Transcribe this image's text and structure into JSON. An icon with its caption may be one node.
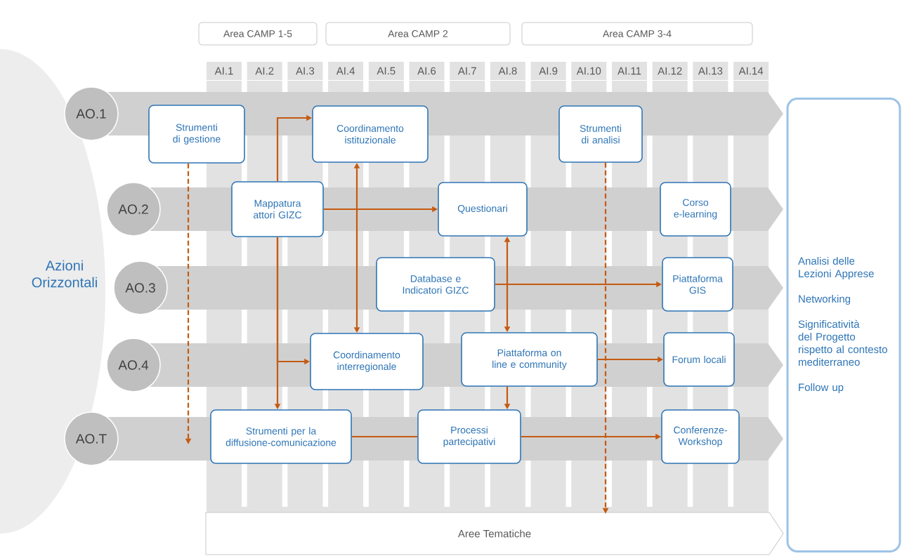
{
  "diagram": {
    "nodes": [
      {
        "text": [
          "Area CAMP 1-5"
        ]
      },
      {
        "text": [
          "Area CAMP 2"
        ]
      },
      {
        "text": [
          "Area CAMP 3-4"
        ]
      },
      {
        "text": [
          "AI.1"
        ]
      },
      {
        "text": [
          "AI.2"
        ]
      },
      {
        "text": [
          "AI.3"
        ]
      },
      {
        "text": [
          "AI.4"
        ]
      },
      {
        "text": [
          "AI.5"
        ]
      },
      {
        "text": [
          "AI.6"
        ]
      },
      {
        "text": [
          "AI.7"
        ]
      },
      {
        "text": [
          "AI.8"
        ]
      },
      {
        "text": [
          "AI.9"
        ]
      },
      {
        "text": [
          "AI.10"
        ]
      },
      {
        "text": [
          "AI.11"
        ]
      },
      {
        "text": [
          "AI.12"
        ]
      },
      {
        "text": [
          "AI.13"
        ]
      },
      {
        "text": [
          "AI.14"
        ]
      },
      {
        "text": [
          "AO.1"
        ]
      },
      {
        "text": [
          "Strumenti di gestione"
        ]
      },
      {
        "text": [
          "Coordinamento istituzionale"
        ]
      },
      {
        "text": [
          "Strumenti di analisi"
        ]
      },
      {
        "text": [
          "AO.2"
        ]
      },
      {
        "text": [
          "Mappatura attori GIZC"
        ]
      },
      {
        "text": [
          "Questionari"
        ]
      },
      {
        "text": [
          "Corso e-learning"
        ]
      },
      {
        "text": [
          "AO.3"
        ]
      },
      {
        "text": [
          "Database e Indicatori GIZC"
        ]
      },
      {
        "text": [
          "Piattaforma GIS"
        ]
      },
      {
        "text": [
          "AO.4"
        ]
      },
      {
        "text": [
          "Coordinamento interregionale"
        ]
      },
      {
        "text": [
          "Piattaforma on line e community"
        ]
      },
      {
        "text": [
          "Forum locali"
        ]
      },
      {
        "text": [
          "AO.T"
        ]
      },
      {
        "text": [
          "Strumenti per la diffusione-comunicazione"
        ]
      },
      {
        "text": [
          "Processi partecipativi"
        ]
      },
      {
        "text": [
          "Conferenze-Workshop"
        ]
      },
      {
        "text": [
          "Analisi delle Lezioni Apprese",
          "Networking",
          "Significatività del Progetto rispetto al contesto mediterraneo",
          "Follow up"
        ]
      },
      {
        "text": [
          "Aree Tematiche"
        ]
      }
    ],
    "edges": [
      {
        "from": 18,
        "to": null,
        "arrow": "to",
        "style": "dashed"
      },
      {
        "from": 20,
        "to": 37,
        "arrow": "to",
        "style": "dashed"
      },
      {
        "from": 22,
        "to": 19,
        "arrow": "to"
      },
      {
        "from": 22,
        "to": 23,
        "arrow": "to"
      },
      {
        "from": 22,
        "to": 29,
        "arrow": "to"
      },
      {
        "from": 22,
        "to": 33,
        "arrow": "to"
      },
      {
        "from": 19,
        "to": 29,
        "arrow": "both"
      },
      {
        "from": 23,
        "to": 30,
        "arrow": "both"
      },
      {
        "from": 26,
        "to": 27,
        "arrow": "to"
      },
      {
        "from": 30,
        "to": 31,
        "arrow": "to"
      },
      {
        "from": 30,
        "to": 34,
        "arrow": "to"
      },
      {
        "from": 33,
        "to": 34,
        "arrow": "none"
      },
      {
        "from": 34,
        "to": 35,
        "arrow": "to"
      }
    ],
    "labels": [
      "Azioni Orizzontali"
    ]
  }
}
